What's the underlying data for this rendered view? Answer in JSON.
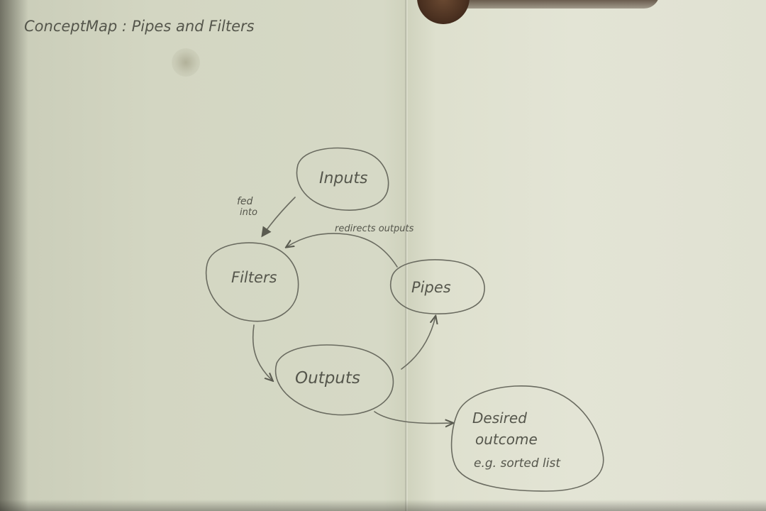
{
  "title": "ConceptMap : Pipes and Filters",
  "nodes": {
    "inputs": "Inputs",
    "filters": "Filters",
    "pipes": "Pipes",
    "outputs": "Outputs",
    "desired_line1": "Desired",
    "desired_line2": "outcome",
    "desired_line3": "e.g. sorted list"
  },
  "edges": {
    "fed_line1": "fed",
    "fed_line2": "into",
    "redirects": "redirects outputs"
  },
  "colors": {
    "ink": "#55564c",
    "paper": "#d6d9c6"
  }
}
